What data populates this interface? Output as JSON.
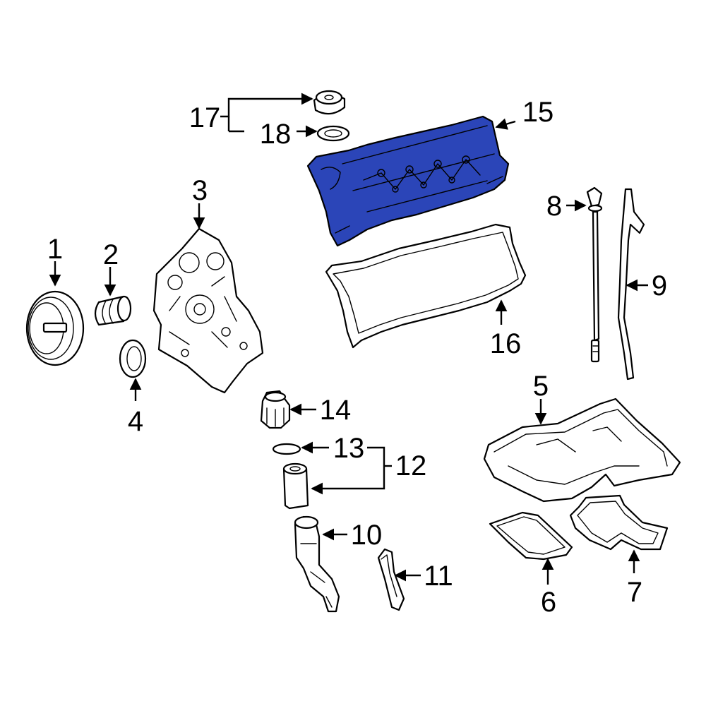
{
  "highlight_color": "#2B45B8",
  "callouts": {
    "c1": "1",
    "c2": "2",
    "c3": "3",
    "c4": "4",
    "c5": "5",
    "c6": "6",
    "c7": "7",
    "c8": "8",
    "c9": "9",
    "c10": "10",
    "c11": "11",
    "c12": "12",
    "c13": "13",
    "c14": "14",
    "c15": "15",
    "c16": "16",
    "c17": "17",
    "c18": "18"
  },
  "highlighted_part": "15"
}
